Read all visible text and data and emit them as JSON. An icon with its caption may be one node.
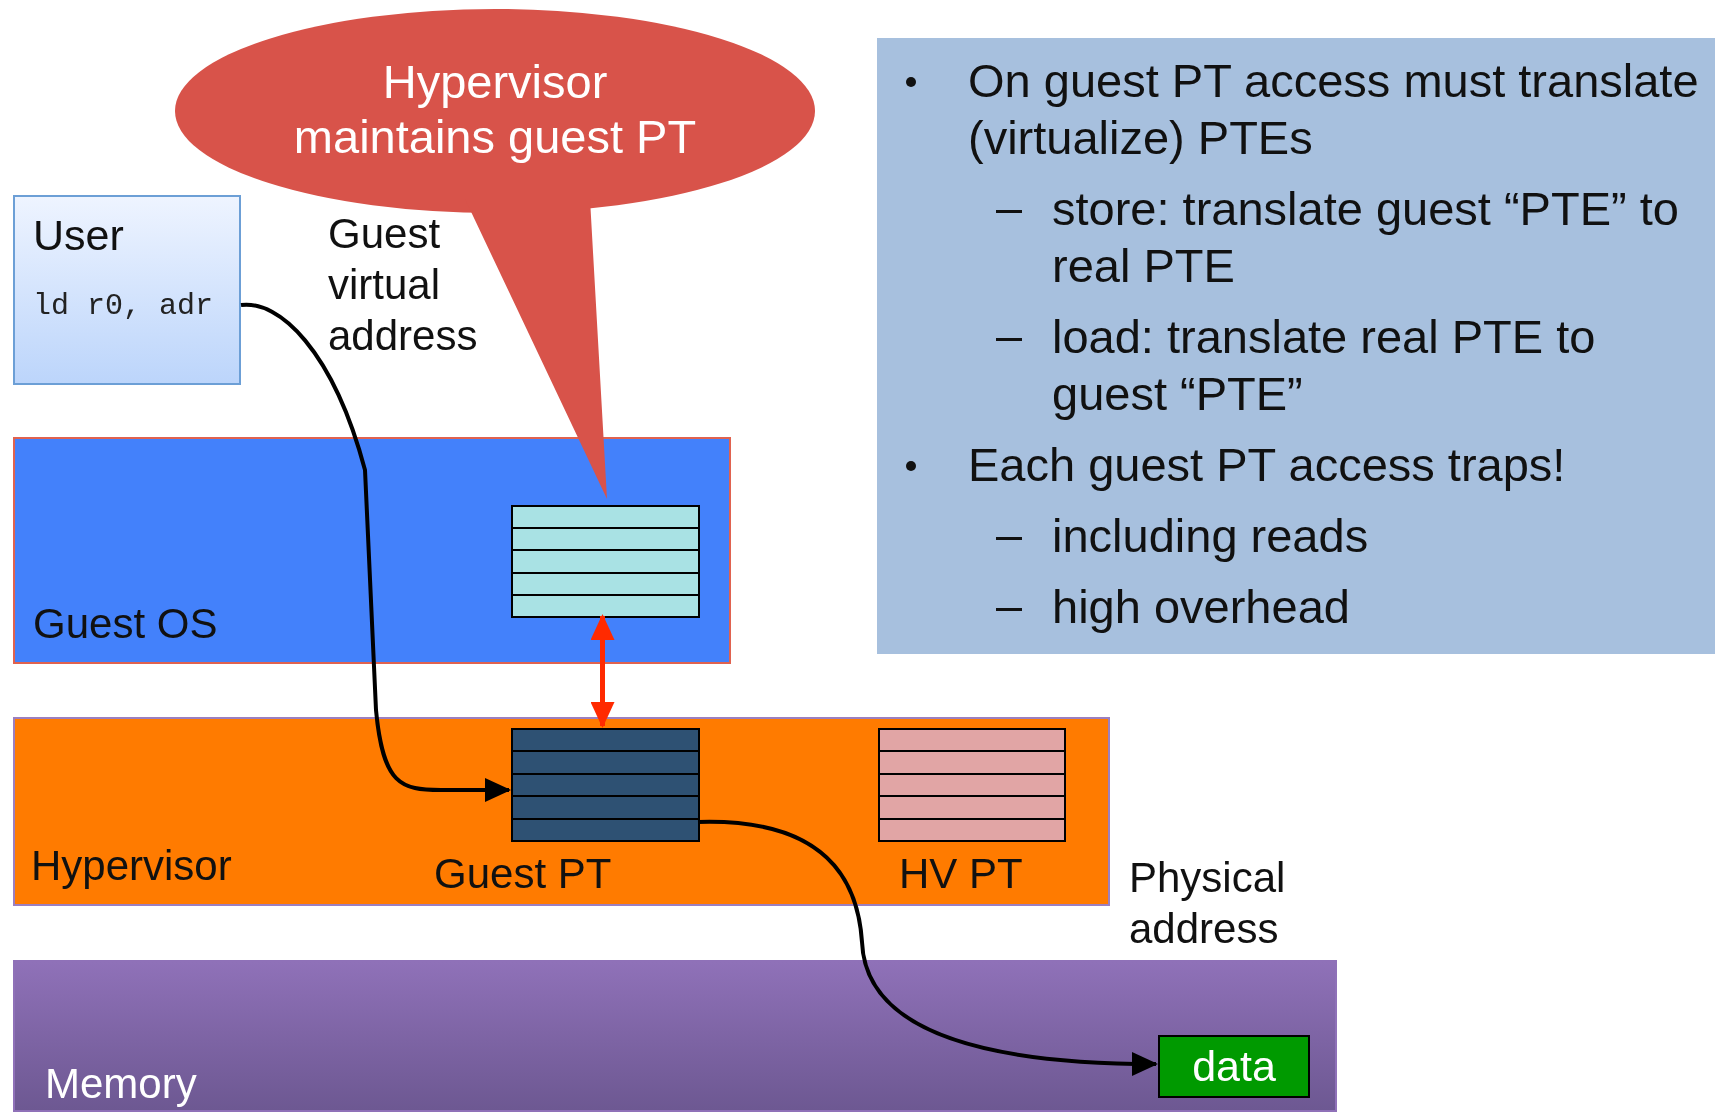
{
  "diagram": {
    "nodes": [
      {
        "text": [
          "Hypervisor maintains guest PT"
        ]
      },
      {
        "text": [
          "User",
          "ld r0, adr"
        ]
      },
      {
        "text": [
          "Guest OS"
        ]
      },
      {
        "text": [],
        "shape": "box",
        "in": 2
      },
      {
        "text": [
          "Hypervisor"
        ]
      },
      {
        "text": [
          "Guest PT"
        ],
        "in": 4
      },
      {
        "text": [
          "HV PT"
        ],
        "in": 4
      },
      {
        "text": [
          "Memory"
        ]
      },
      {
        "text": [
          "data"
        ],
        "in": 7
      },
      {
        "text": [
          "On guest PT access must translate (virtualize) PTEs",
          "store: translate guest “PTE” to real PTE",
          "load: translate real PTE to guest “PTE”",
          "Each guest PT access traps!",
          "including reads",
          "high overhead"
        ]
      }
    ],
    "edges": [
      {
        "from": 1,
        "to": 5,
        "arrow": "to"
      },
      {
        "from": 3,
        "to": 5,
        "arrow": "both",
        "color": "#ff2a00"
      },
      {
        "from": 5,
        "to": 8,
        "arrow": "to"
      }
    ],
    "labels": [
      "Guest virtual address",
      "Physical address"
    ]
  }
}
